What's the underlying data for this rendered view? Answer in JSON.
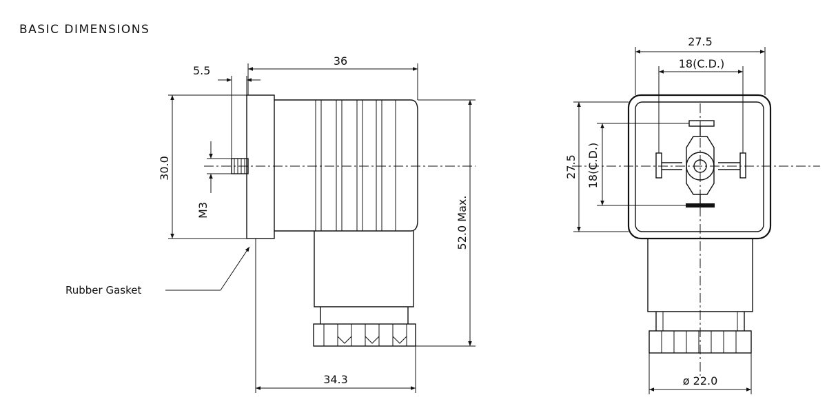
{
  "title": "BASIC  DIMENSIONS",
  "side_view": {
    "width_top": "36",
    "offset": "5.5",
    "height": "30.0",
    "thread": "M3",
    "max_height": "52.0 Max.",
    "base_width": "34.3",
    "gasket_label": "Rubber Gasket"
  },
  "front_view": {
    "outer_width": "27.5",
    "center_distance_h": "18(C.D.)",
    "outer_height": "27.5",
    "center_distance_v": "18(C.D.)",
    "diameter": "ø 22.0"
  }
}
